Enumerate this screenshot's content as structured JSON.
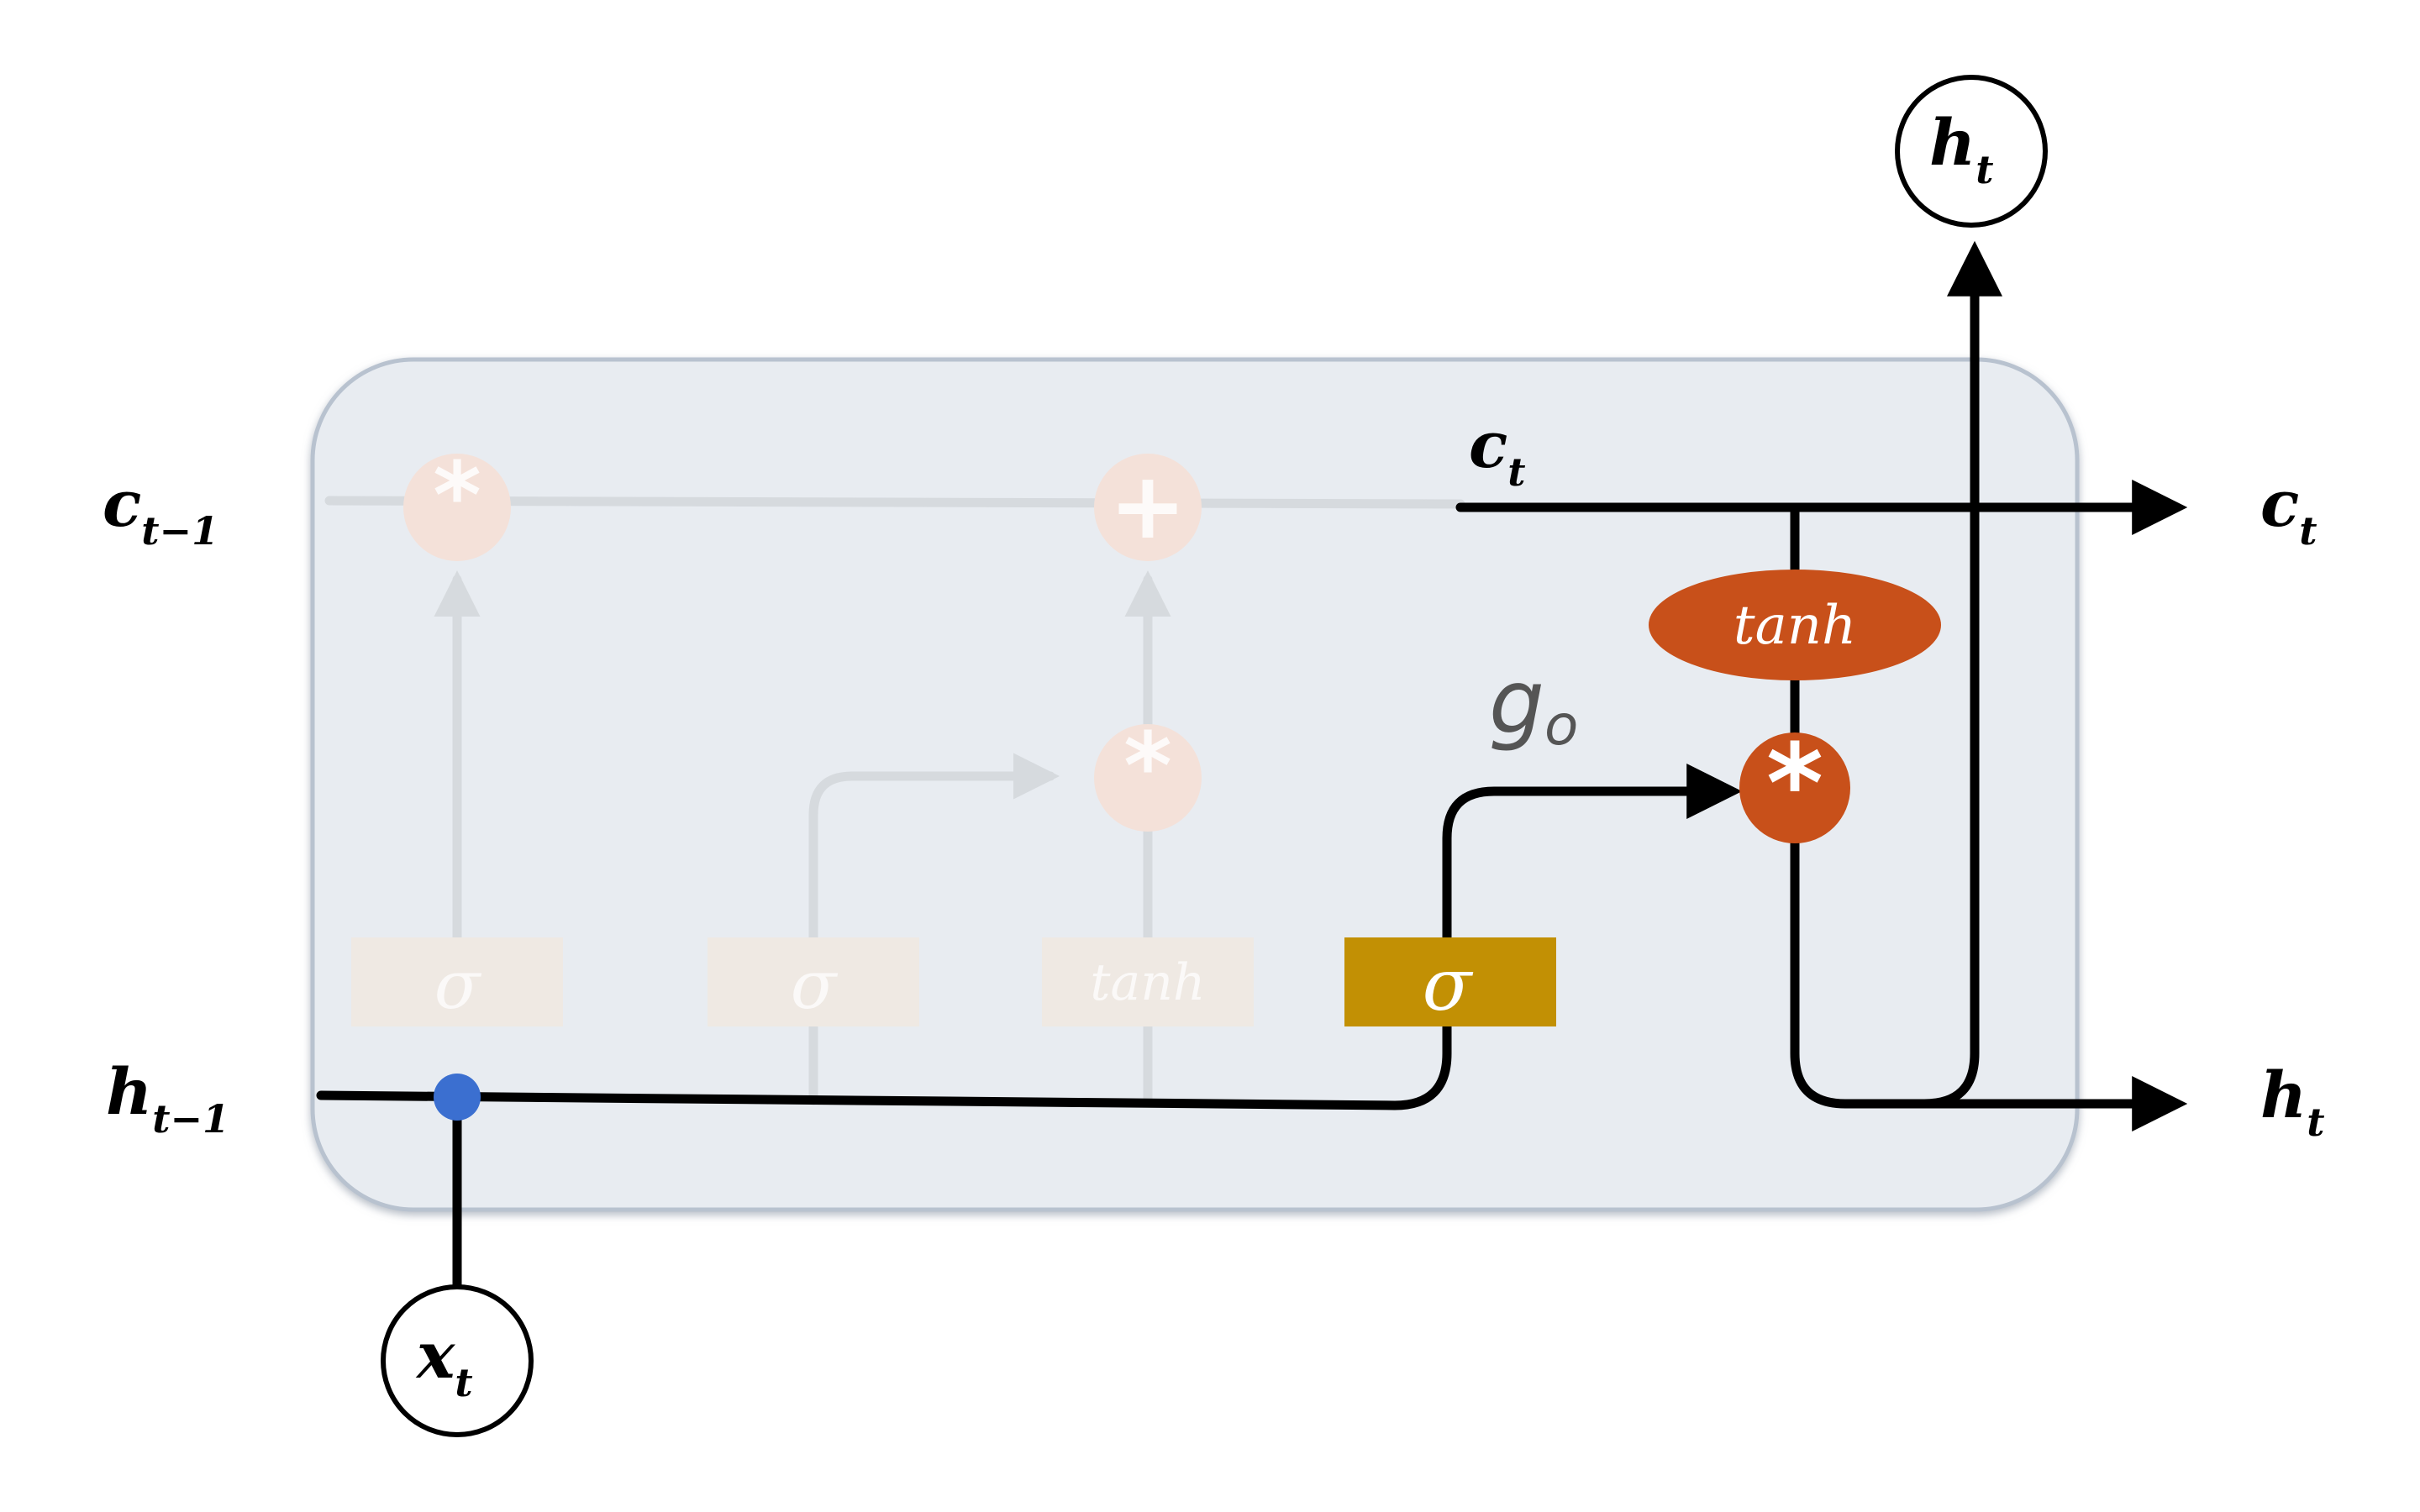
{
  "diagram": {
    "inputs": {
      "c_prev": {
        "base": "c",
        "sub": "t−1"
      },
      "h_prev": {
        "base": "h",
        "sub": "t−1"
      },
      "x": {
        "base": "x",
        "sub": "t"
      }
    },
    "outputs": {
      "c_out": {
        "base": "c",
        "sub": "t"
      },
      "h_out": {
        "base": "h",
        "sub": "t"
      },
      "h_top": {
        "base": "h",
        "sub": "t"
      },
      "c_inner": {
        "base": "c",
        "sub": "t"
      }
    },
    "gates": {
      "forget": "σ",
      "input": "σ",
      "candidate": "tanh",
      "output": "σ"
    },
    "ops": {
      "forget_mult": "*",
      "add": "+",
      "input_mult": "*",
      "output_mult": "*"
    },
    "output_tanh": "tanh",
    "go_label": "g",
    "go_sub": "o",
    "colors": {
      "cell_bg": "#e8ecf1",
      "cell_border": "#b8c2cf",
      "faded_op": "#f4e1d9",
      "faded_gate": "#efe9e3",
      "faded_line": "#d6dade",
      "active_gate": "#c29004",
      "active_op": "#c8501a",
      "junction": "#3b6fd0",
      "line": "#000000"
    }
  }
}
